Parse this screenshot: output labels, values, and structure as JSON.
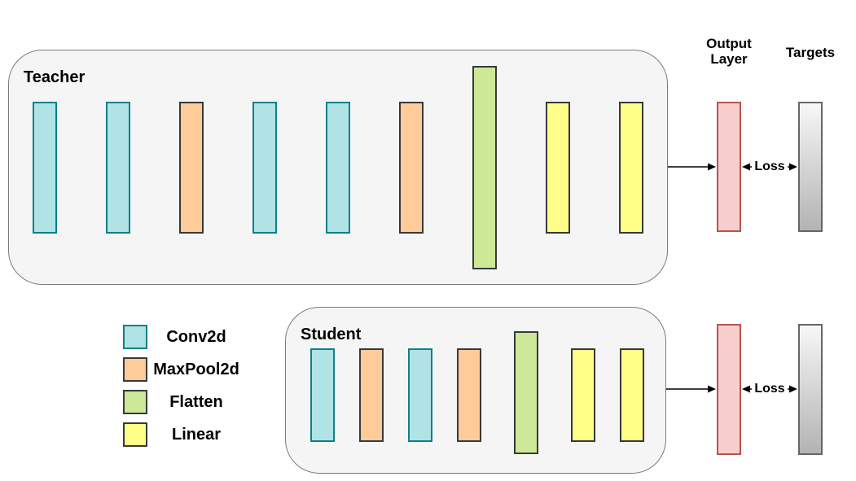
{
  "diagram": {
    "teacher": {
      "label": "Teacher",
      "layers": [
        "conv2d",
        "conv2d",
        "maxpool2d",
        "conv2d",
        "conv2d",
        "maxpool2d",
        "flatten",
        "linear",
        "linear"
      ]
    },
    "student": {
      "label": "Student",
      "layers": [
        "conv2d",
        "maxpool2d",
        "conv2d",
        "maxpool2d",
        "flatten",
        "linear",
        "linear"
      ]
    },
    "output_layer_label": "Output Layer",
    "targets_label": "Targets",
    "loss_label": "Loss",
    "legend": [
      {
        "type": "conv2d",
        "label": "Conv2d"
      },
      {
        "type": "maxpool2d",
        "label": "MaxPool2d"
      },
      {
        "type": "flatten",
        "label": "Flatten"
      },
      {
        "type": "linear",
        "label": "Linear"
      }
    ],
    "colors": {
      "conv2d": {
        "fill": "#b0e3e6",
        "stroke": "#0e8088"
      },
      "maxpool2d": {
        "fill": "#ffcc99",
        "stroke": "#36393d"
      },
      "flatten": {
        "fill": "#cde896",
        "stroke": "#36393d"
      },
      "linear": {
        "fill": "#ffff88",
        "stroke": "#36393d"
      },
      "output": {
        "fill": "#f8cecc",
        "stroke": "#b85450"
      },
      "targets": {
        "top": "#f7f7f7",
        "bottom": "#b3b3b3",
        "stroke": "#666666"
      },
      "box": {
        "fill": "#f5f5f5",
        "stroke": "#7a7a7a"
      },
      "arrow": "#000000"
    }
  }
}
